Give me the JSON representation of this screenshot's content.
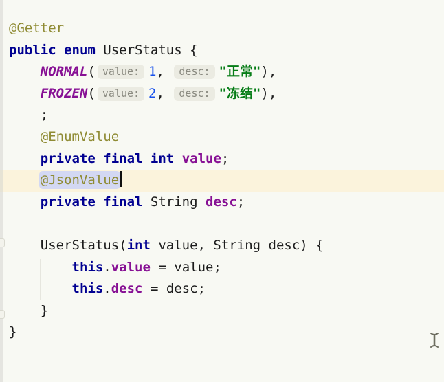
{
  "editor": {
    "language": "java",
    "colors": {
      "background": "#F8F9F3",
      "foreground": "#1C1C1C",
      "keyword": "#000091",
      "annotation": "#8F8B33",
      "field": "#871094",
      "number": "#1750EB",
      "string": "#077D17",
      "hint_background": "#EBEBE2",
      "hint_text": "#8A8A80",
      "current_line_highlight": "#FBF3DC",
      "selection": "#D3D8F3",
      "caret": "#101010"
    },
    "icons": {
      "mouse_cursor": "ibeam-text-cursor",
      "fold_markers": "code-fold-marker"
    },
    "lines": [
      {
        "segments": [
          {
            "t": "ann",
            "s": "@Getter"
          }
        ]
      },
      {
        "segments": [
          {
            "t": "kw",
            "s": "public enum"
          },
          {
            "t": "plain",
            "s": " UserStatus {"
          }
        ]
      },
      {
        "segments": [
          {
            "t": "plain",
            "s": "    "
          },
          {
            "t": "enum",
            "s": "NORMAL"
          },
          {
            "t": "plain",
            "s": "("
          },
          {
            "t": "hint",
            "s": "value:"
          },
          {
            "t": "num",
            "s": "1"
          },
          {
            "t": "plain",
            "s": ", "
          },
          {
            "t": "hint",
            "s": "desc:"
          },
          {
            "t": "str",
            "s": "\"正常\""
          },
          {
            "t": "plain",
            "s": "),"
          }
        ]
      },
      {
        "segments": [
          {
            "t": "plain",
            "s": "    "
          },
          {
            "t": "enum",
            "s": "FROZEN"
          },
          {
            "t": "plain",
            "s": "("
          },
          {
            "t": "hint",
            "s": "value:"
          },
          {
            "t": "num",
            "s": "2"
          },
          {
            "t": "plain",
            "s": ", "
          },
          {
            "t": "hint",
            "s": "desc:"
          },
          {
            "t": "str",
            "s": "\"冻结\""
          },
          {
            "t": "plain",
            "s": "),"
          }
        ]
      },
      {
        "segments": [
          {
            "t": "plain",
            "s": "    ;"
          }
        ]
      },
      {
        "segments": [
          {
            "t": "plain",
            "s": "    "
          },
          {
            "t": "ann",
            "s": "@EnumValue"
          }
        ]
      },
      {
        "segments": [
          {
            "t": "plain",
            "s": "    "
          },
          {
            "t": "kw",
            "s": "private final int"
          },
          {
            "t": "plain",
            "s": " "
          },
          {
            "t": "field",
            "s": "value"
          },
          {
            "t": "plain",
            "s": ";"
          }
        ]
      },
      {
        "current": true,
        "segments": [
          {
            "t": "plain",
            "s": "    "
          },
          {
            "t": "ann",
            "s": "@JsonValue",
            "sel": true
          },
          {
            "t": "caret"
          }
        ]
      },
      {
        "segments": [
          {
            "t": "plain",
            "s": "    "
          },
          {
            "t": "kw",
            "s": "private final"
          },
          {
            "t": "plain",
            "s": " String "
          },
          {
            "t": "field",
            "s": "desc"
          },
          {
            "t": "plain",
            "s": ";"
          }
        ]
      },
      {
        "segments": []
      },
      {
        "segments": [
          {
            "t": "plain",
            "s": "    UserStatus("
          },
          {
            "t": "kw",
            "s": "int"
          },
          {
            "t": "plain",
            "s": " value, String desc) {"
          }
        ]
      },
      {
        "segments": [
          {
            "t": "plain",
            "s": "        "
          },
          {
            "t": "kw",
            "s": "this"
          },
          {
            "t": "plain",
            "s": "."
          },
          {
            "t": "field",
            "s": "value"
          },
          {
            "t": "plain",
            "s": " = value;"
          }
        ]
      },
      {
        "segments": [
          {
            "t": "plain",
            "s": "        "
          },
          {
            "t": "kw",
            "s": "this"
          },
          {
            "t": "plain",
            "s": "."
          },
          {
            "t": "field",
            "s": "desc"
          },
          {
            "t": "plain",
            "s": " = desc;"
          }
        ]
      },
      {
        "segments": [
          {
            "t": "plain",
            "s": "    }"
          }
        ]
      },
      {
        "segments": [
          {
            "t": "plain",
            "s": "}"
          }
        ]
      }
    ]
  }
}
